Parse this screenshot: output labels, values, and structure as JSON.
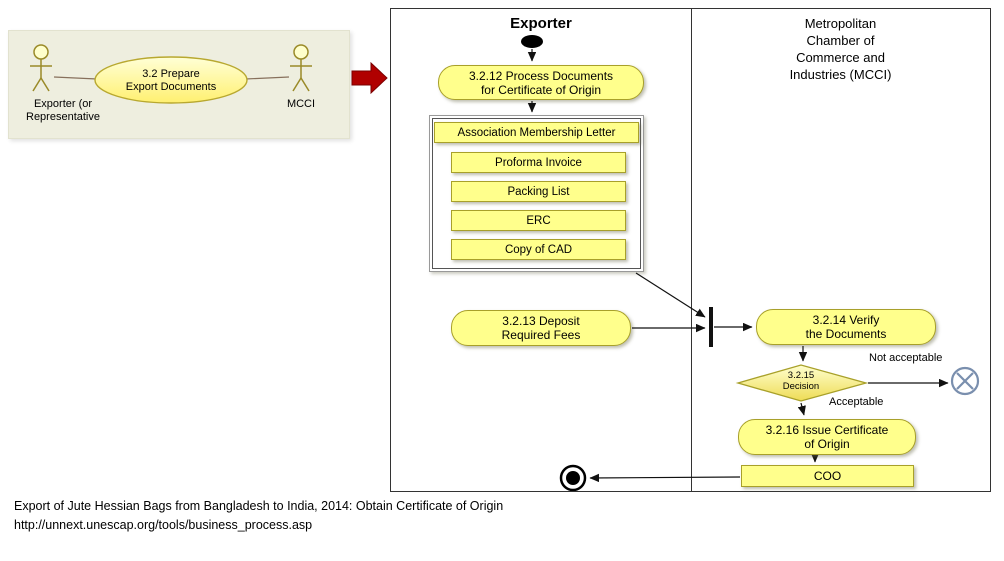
{
  "use_case": {
    "actor_left_label": "Exporter (or\nRepresentative",
    "actor_right_label": "MCCI",
    "ellipse_label": "3.2 Prepare\nExport Documents"
  },
  "activity": {
    "lane_exporter_title": "Exporter",
    "lane_mcci_title": "Metropolitan\nChamber of\nCommerce and\nIndustries (MCCI)",
    "process_documents": "3.2.12 Process Documents\nfor Certificate of Origin",
    "documents": [
      "Association Membership Letter",
      "Proforma Invoice",
      "Packing List",
      "ERC",
      "Copy of CAD"
    ],
    "deposit_fees": "3.2.13 Deposit\nRequired Fees",
    "verify_documents": "3.2.14 Verify\nthe Documents",
    "decision": "3.2.15\nDecision",
    "not_acceptable_label": "Not acceptable",
    "acceptable_label": "Acceptable",
    "issue_certificate": "3.2.16 Issue Certificate\nof Origin",
    "coo": "COO"
  },
  "caption": {
    "line1": "Export of Jute Hessian Bags from Bangladesh to India, 2014: Obtain Certificate of Origin",
    "line2": "http://unnext.unescap.org/tools/business_process.asp"
  },
  "colors": {
    "node_fill": "#FFFF8C",
    "node_border": "#A8A02A",
    "usecase_bg": "#EEEEDF",
    "red_arrow": "#B00000"
  }
}
